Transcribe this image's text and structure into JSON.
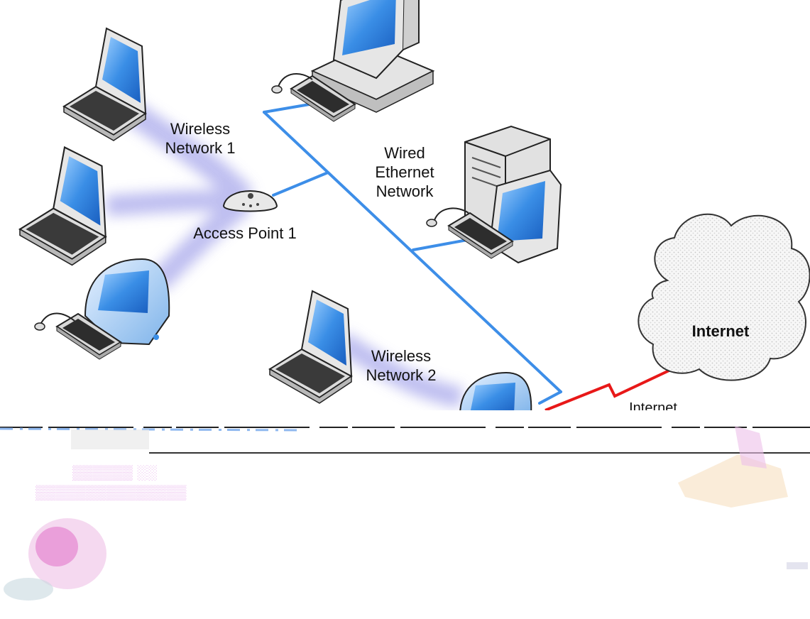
{
  "labels": {
    "wireless_network_1": "Wireless\nNetwork 1",
    "wired_network": "Wired\nEthernet\nNetwork",
    "access_point_1": "Access Point 1",
    "wireless_network_2": "Wireless\nNetwork 2",
    "internet": "Internet",
    "internet_link_partial": "Internet"
  },
  "colors": {
    "ethernet": "#3d8ee8",
    "internet_link": "#e81818",
    "wireless_haze": "#b9b9ee",
    "screen_blue": "#2a7bd8",
    "device_body": "#e9e9e9",
    "outline": "#222222"
  },
  "icons": {
    "laptop": "laptop-icon",
    "desktop": "desktop-computer-icon",
    "tower": "tower-server-icon",
    "imac": "imac-icon",
    "access_point": "access-point-icon",
    "cloud": "internet-cloud-icon"
  }
}
